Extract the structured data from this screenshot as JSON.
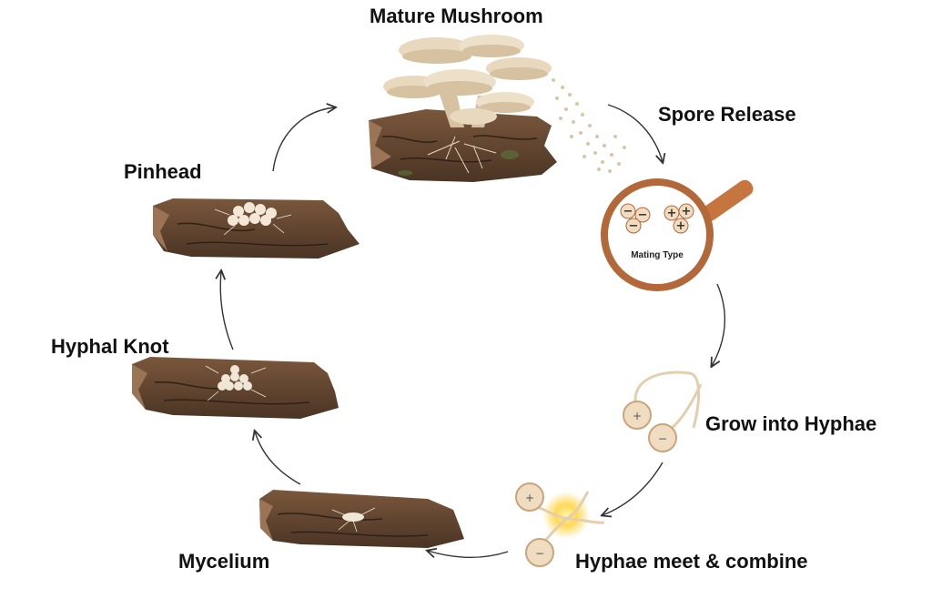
{
  "stages": {
    "mature_mushroom": "Mature Mushroom",
    "spore_release": "Spore Release",
    "grow_into_hyphae": "Grow into Hyphae",
    "hyphae_meet_combine": "Hyphae meet & combine",
    "mycelium": "Mycelium",
    "hyphal_knot": "Hyphal Knot",
    "pinhead": "Pinhead"
  },
  "magnifier": {
    "caption": "Mating Type",
    "signs": [
      "−",
      "−",
      "−",
      "+",
      "+",
      "+"
    ]
  },
  "hyphae_signs": [
    "+",
    "−"
  ],
  "colors": {
    "log_dark": "#4a3424",
    "log_mid": "#6b4a33",
    "log_light": "#9a7454",
    "mushroom_cap": "#e8d8be",
    "mushroom_gill": "#d6c1a0",
    "spore": "#d8c6a6",
    "magnifier_rim": "#b3683a",
    "magnifier_handle": "#c7753f",
    "spore_cell": "#f0dcc0",
    "glow": "#ffd23a",
    "arrow": "#333333"
  }
}
